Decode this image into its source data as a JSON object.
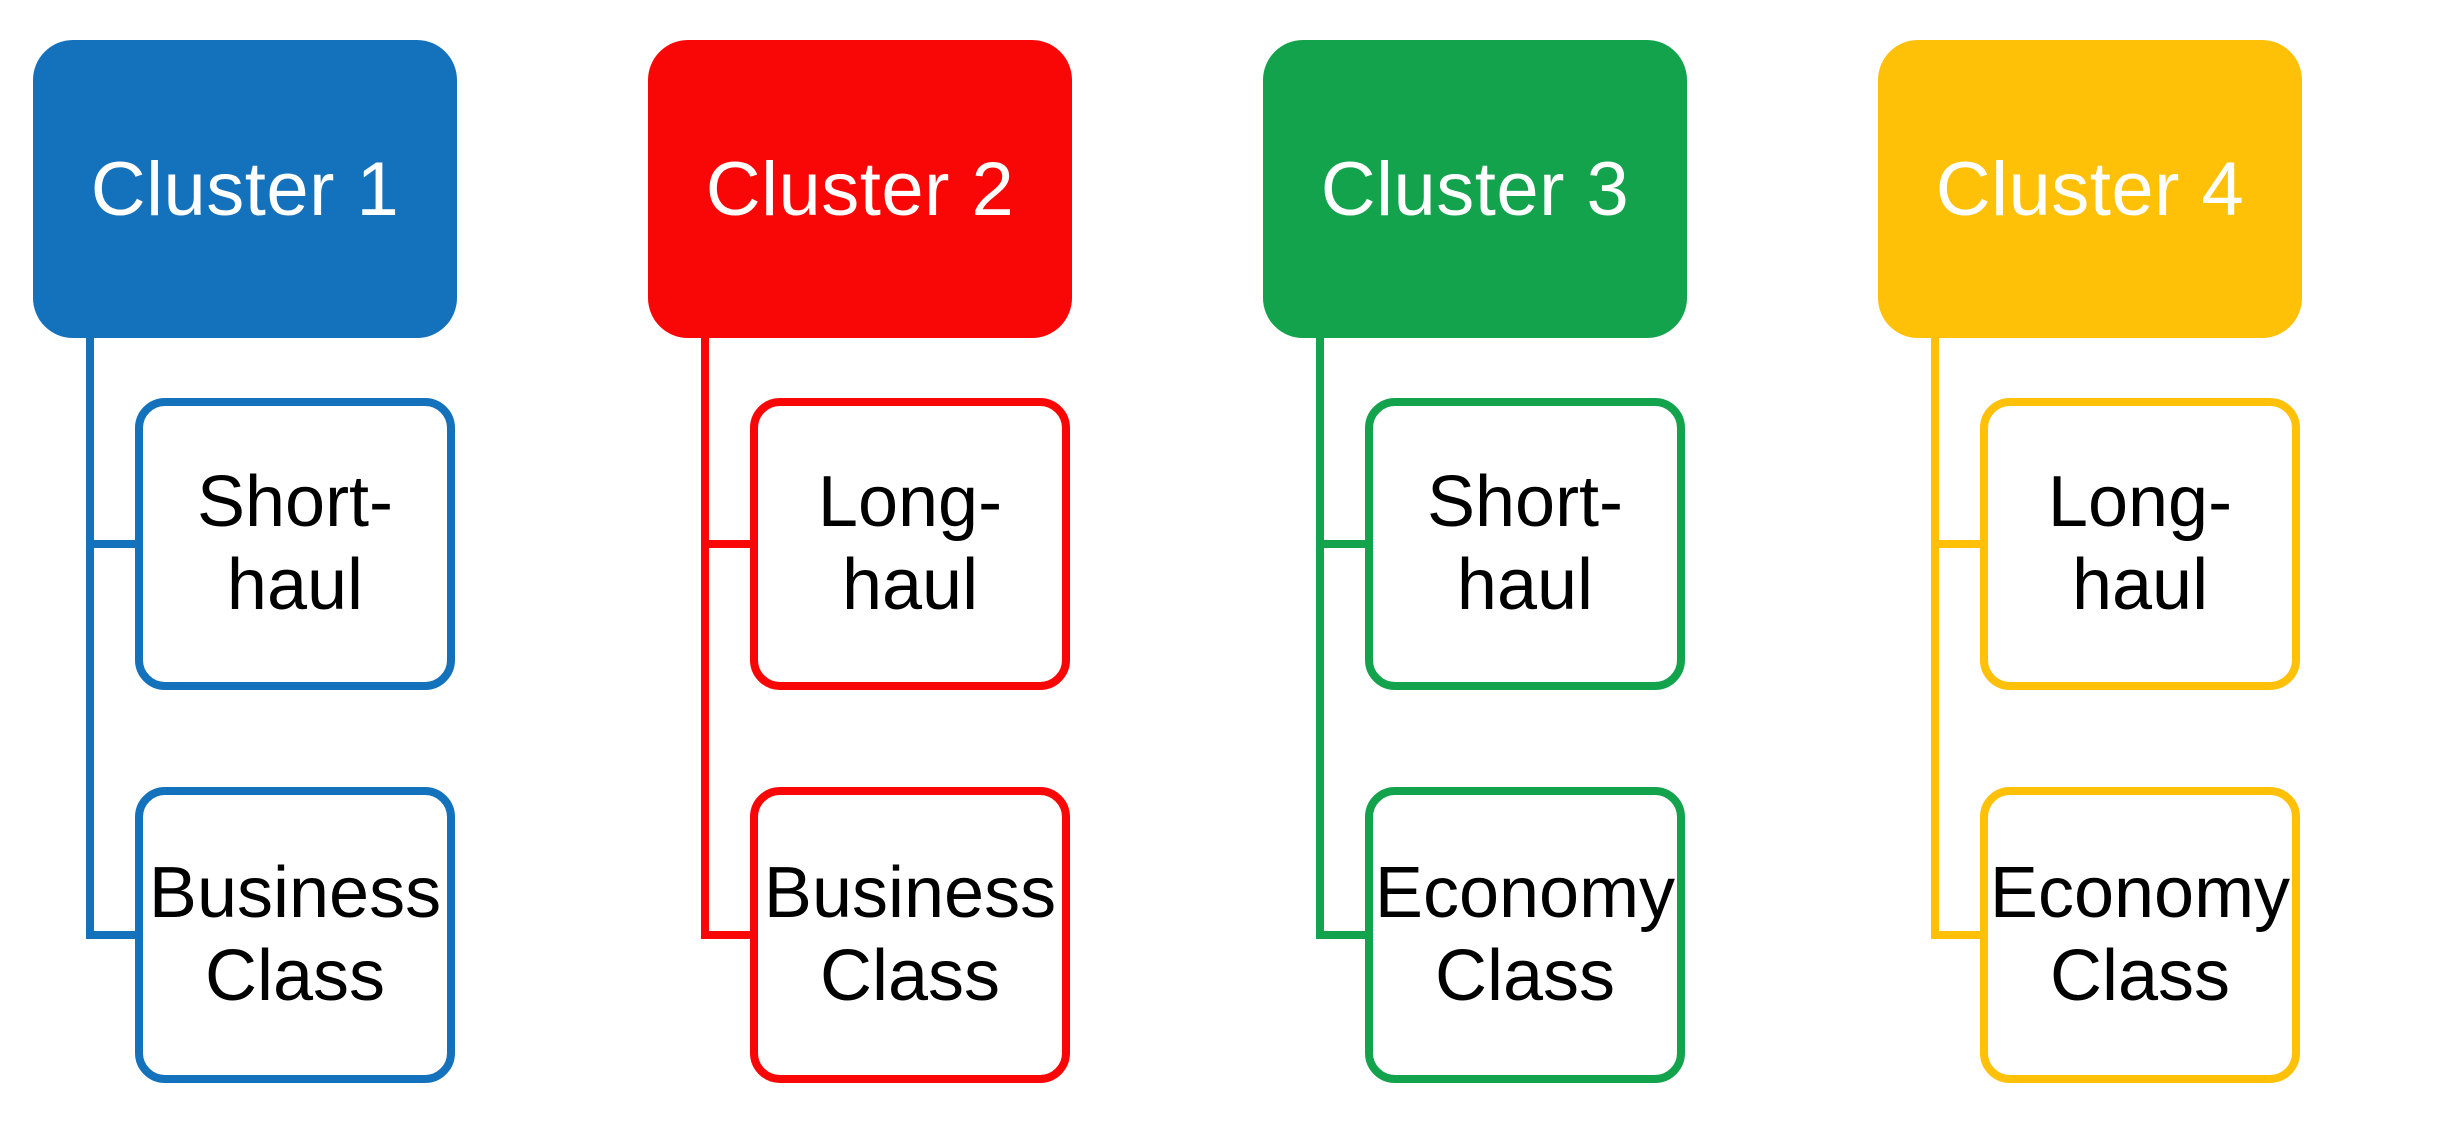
{
  "diagram": {
    "background": "#ffffff",
    "text_color": "#000000",
    "header_text_color": "#ffffff",
    "clusters": [
      {
        "title": "Cluster 1",
        "color": "#1471BC",
        "children": [
          "Short-\nhaul",
          "Business\nClass"
        ]
      },
      {
        "title": "Cluster 2",
        "color": "#F90606",
        "children": [
          "Long-\nhaul",
          "Business\nClass"
        ]
      },
      {
        "title": "Cluster 3",
        "color": "#12A34C",
        "children": [
          "Short-\nhaul",
          "Economy\nClass"
        ]
      },
      {
        "title": "Cluster 4",
        "color": "#FFC008",
        "children": [
          "Long-\nhaul",
          "Economy\nClass"
        ]
      }
    ]
  }
}
